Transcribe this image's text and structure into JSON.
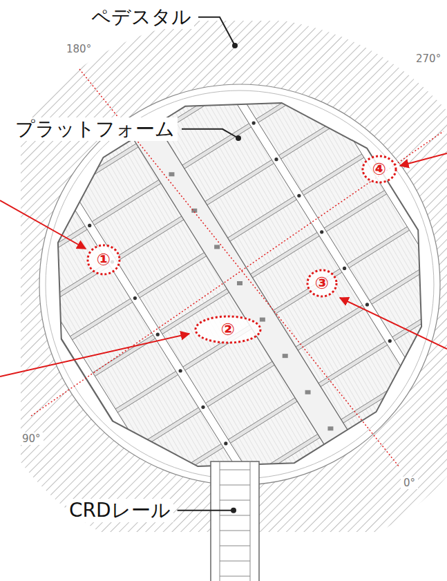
{
  "diagram": {
    "nodes": [
      {
        "text": [
          "①"
        ]
      },
      {
        "text": [
          "②"
        ]
      },
      {
        "text": [
          "③"
        ]
      },
      {
        "text": [
          "④"
        ]
      }
    ],
    "labels": [
      "ペデスタル",
      "プラットフォーム",
      "CRDレール",
      "180°",
      "270°",
      "90°",
      "0°"
    ]
  }
}
